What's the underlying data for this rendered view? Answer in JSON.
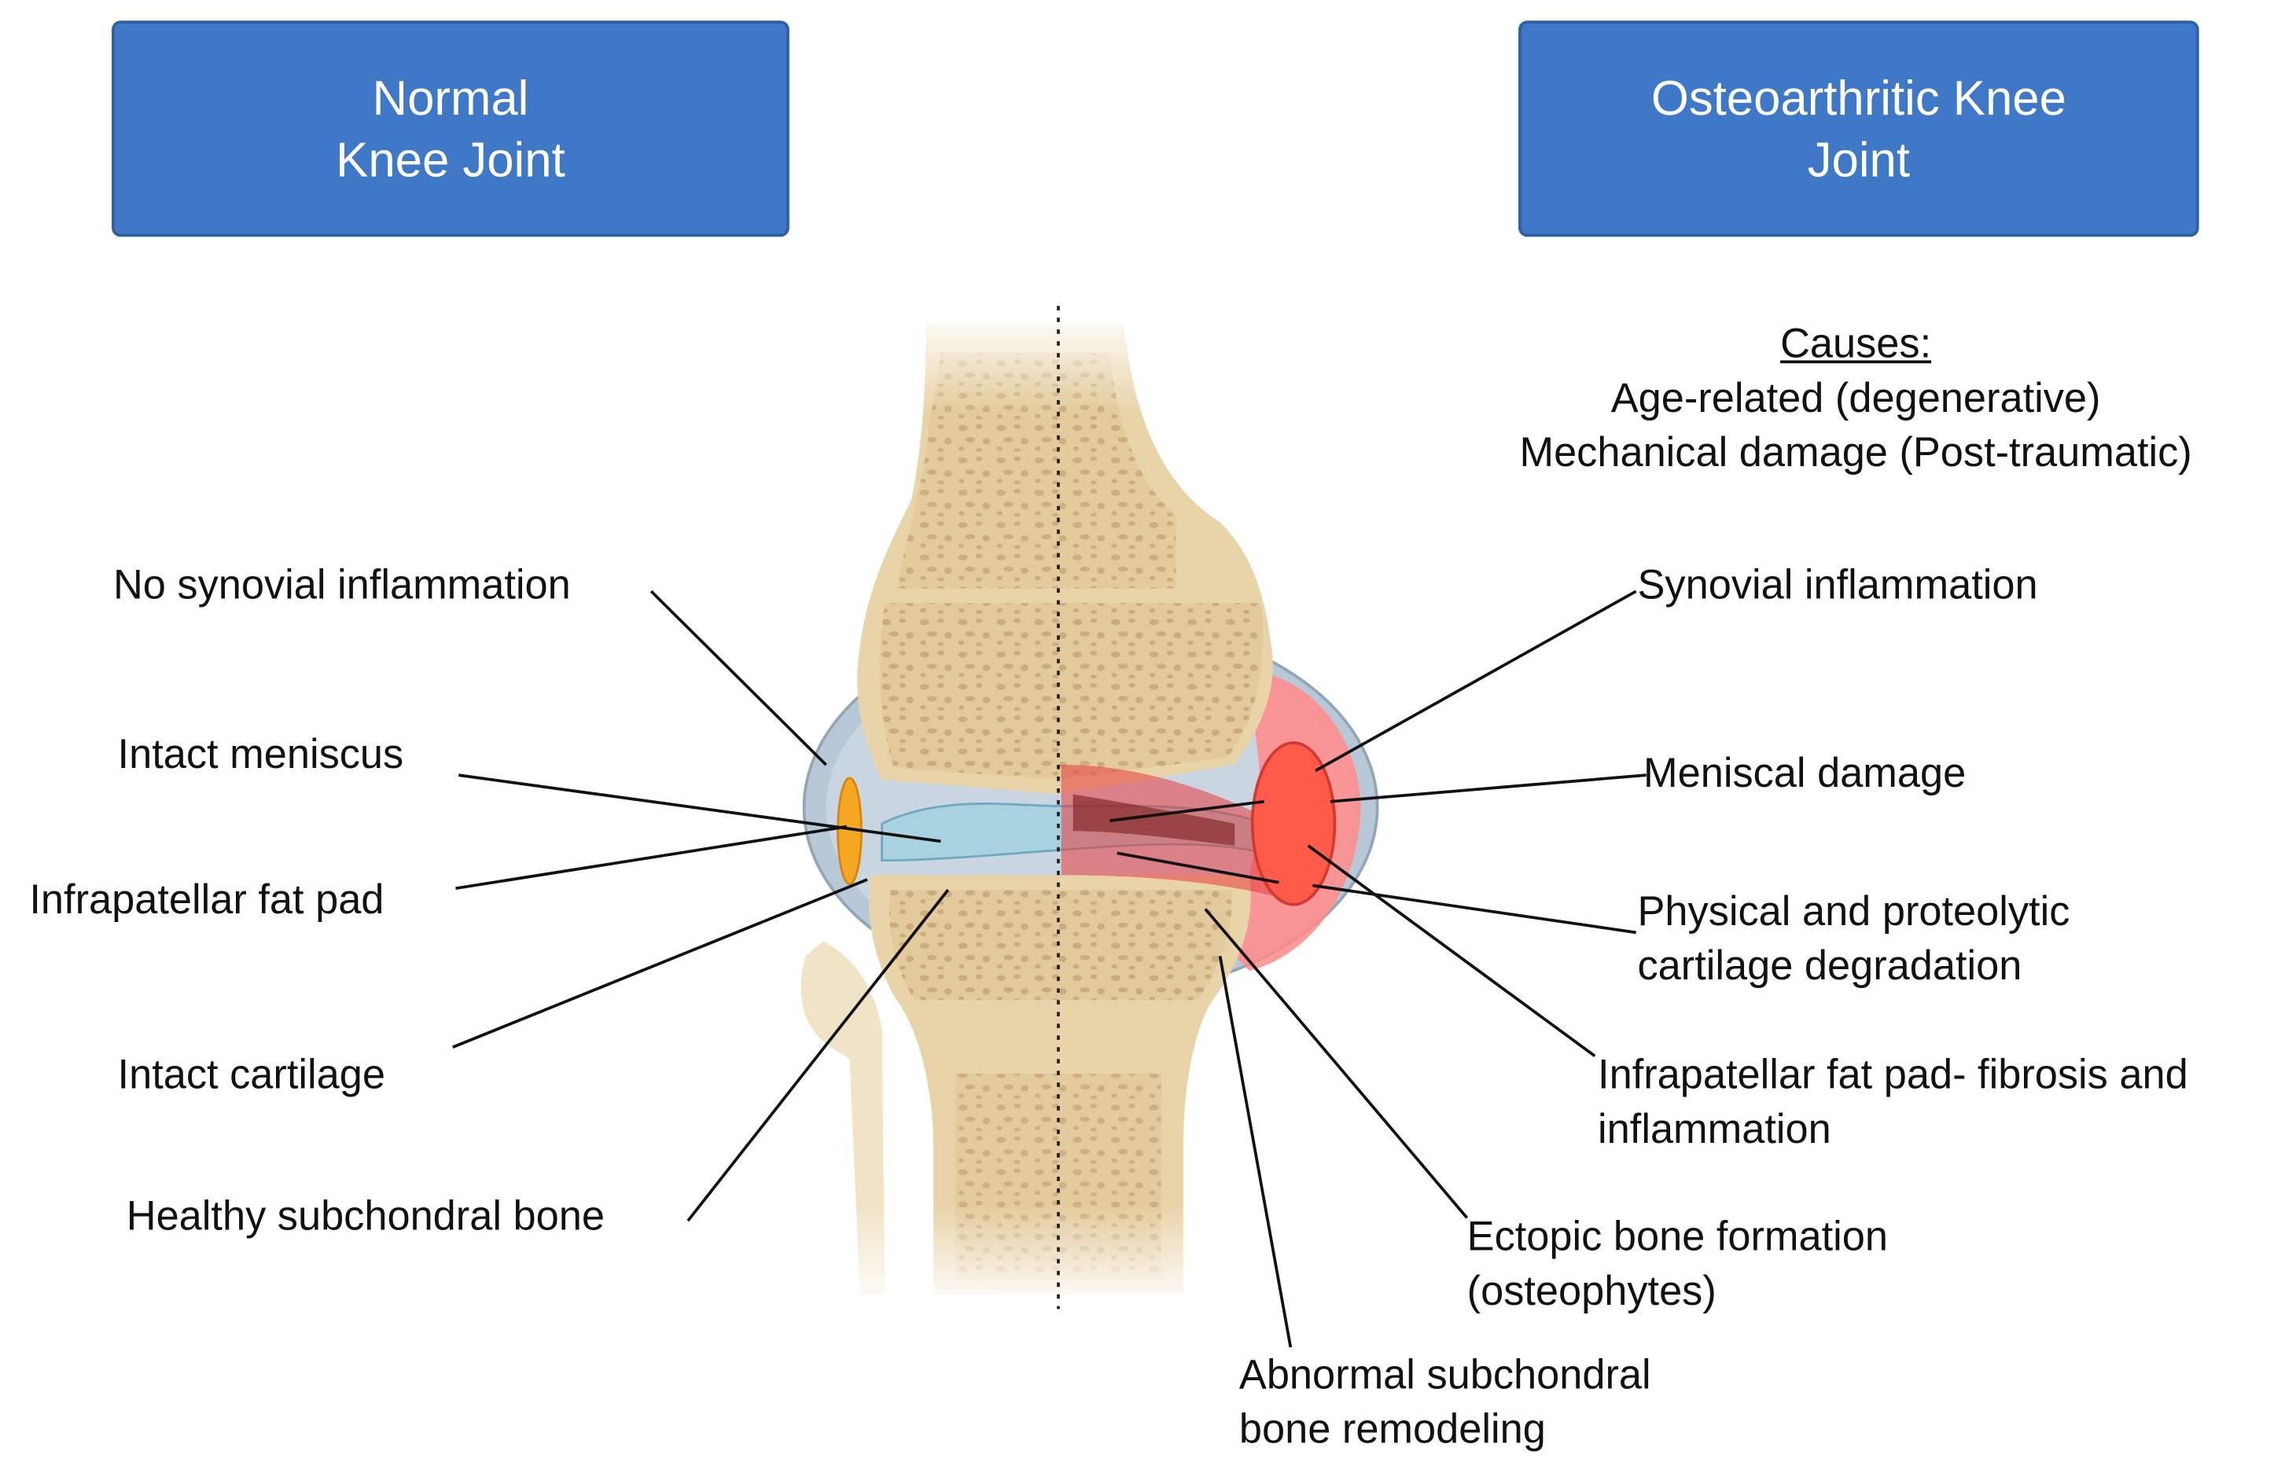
{
  "headers": {
    "normal": {
      "line1": "Normal",
      "line2": "Knee Joint"
    },
    "oa": {
      "line1": "Osteoarthritic Knee",
      "line2": "Joint"
    }
  },
  "causes": {
    "title": "Causes:",
    "items": [
      "Age-related (degenerative)",
      "Mechanical damage (Post-traumatic)"
    ]
  },
  "left_labels": {
    "synovial": "No synovial inflammation",
    "meniscus": "Intact meniscus",
    "fat_pad": "Infrapatellar fat pad",
    "cartilage": "Intact cartilage",
    "bone": "Healthy subchondral bone"
  },
  "right_labels": {
    "synovial": "Synovial inflammation",
    "meniscus": "Meniscal damage",
    "degradation_1": "Physical and proteolytic",
    "degradation_2": "cartilage degradation",
    "fat_pad_1": "Infrapatellar fat pad- fibrosis and",
    "fat_pad_2": "inflammation",
    "ectopic_1": "Ectopic bone formation",
    "ectopic_2": "(osteophytes)",
    "remodel_1": "Abnormal subchondral",
    "remodel_2": "bone remodeling"
  },
  "colors": {
    "header_fill": "#3f78c6",
    "bone": "#e9d4aa",
    "trabecular": "#c9a67a",
    "synovium": "#b9c8d6",
    "cartilage": "#a9d2e0",
    "fat_pad": "#f5a623",
    "inflammation": "#e83a3a"
  }
}
